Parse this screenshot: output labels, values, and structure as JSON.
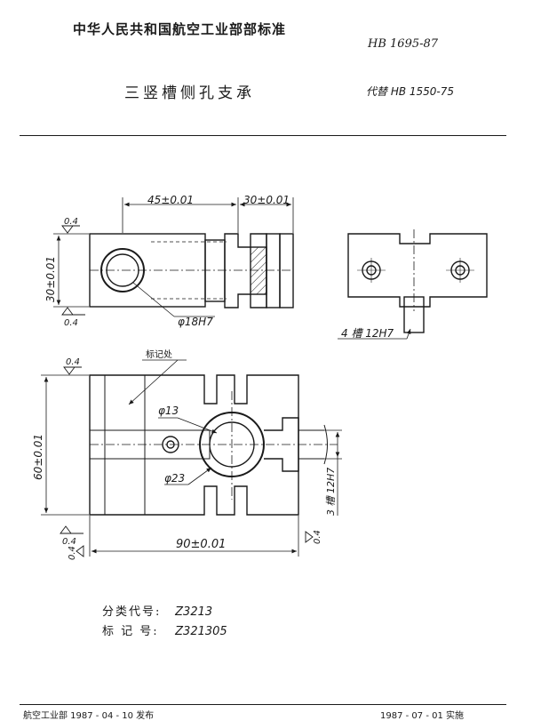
{
  "header": {
    "organization": "中华人民共和国航空工业部部标准",
    "standard_number": "HB 1695-87",
    "title": "三竖槽侧孔支承",
    "replaces": "代替 HB 1550-75"
  },
  "drawing": {
    "top_view": {
      "dim_length_left": "45±0.01",
      "dim_length_right": "30±0.01",
      "dim_height": "30±0.01",
      "roughness_top": "0.4",
      "roughness_bottom": "0.4",
      "hole_callout": "φ18H7"
    },
    "side_view": {
      "slot_callout": "4 槽 12H7"
    },
    "front_view": {
      "marking_label": "标记处",
      "roughness_top": "0.4",
      "dim_height": "60±0.01",
      "hole_small": "φ13",
      "hole_large": "φ23",
      "slot_callout": "3 槽 12H7",
      "roughness_bottom_left": "0.4",
      "dim_width": "90±0.01",
      "roughness_right": "0.4",
      "roughness_left": "0.4"
    }
  },
  "codes": {
    "classification_label": "分类代号:",
    "classification_value": "Z3213",
    "marking_label": "标 记 号:",
    "marking_value": "Z321305"
  },
  "footer": {
    "left": "航空工业部 1987 - 04 - 10 发布",
    "right": "1987 - 07 - 01 实施"
  }
}
